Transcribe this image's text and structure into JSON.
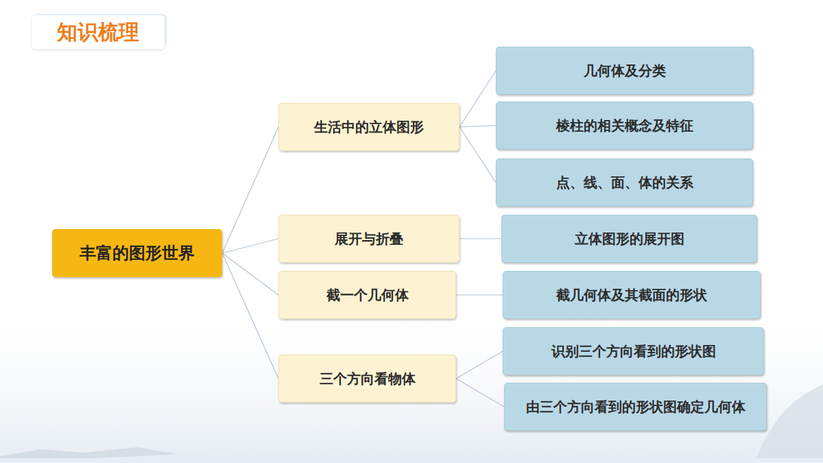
{
  "diagram": {
    "title": "知识梳理",
    "nodes": [
      {
        "text": [
          "丰富的图形世界"
        ]
      },
      {
        "text": [
          "生活中的立体图形"
        ]
      },
      {
        "text": [
          "几何体及分类"
        ]
      },
      {
        "text": [
          "棱柱的相关概念及特征"
        ]
      },
      {
        "text": [
          "点、线、面、体的关系"
        ]
      },
      {
        "text": [
          "展开与折叠"
        ]
      },
      {
        "text": [
          "立体图形的展开图"
        ]
      },
      {
        "text": [
          "截一个几何体"
        ]
      },
      {
        "text": [
          "截几何体及其截面的形状"
        ]
      },
      {
        "text": [
          "三个方向看物体"
        ]
      },
      {
        "text": [
          "识别三个方向看到的形状图"
        ]
      },
      {
        "text": [
          "由三个方向看到的形状图确定几何体"
        ]
      }
    ],
    "edges": [
      {
        "from": 0,
        "to": 1,
        "arrow": "none"
      },
      {
        "from": 0,
        "to": 5,
        "arrow": "none"
      },
      {
        "from": 0,
        "to": 7,
        "arrow": "none"
      },
      {
        "from": 0,
        "to": 9,
        "arrow": "none"
      },
      {
        "from": 1,
        "to": 2,
        "arrow": "none"
      },
      {
        "from": 1,
        "to": 3,
        "arrow": "none"
      },
      {
        "from": 1,
        "to": 4,
        "arrow": "none"
      },
      {
        "from": 5,
        "to": 6,
        "arrow": "none"
      },
      {
        "from": 7,
        "to": 8,
        "arrow": "none"
      },
      {
        "from": 9,
        "to": 10,
        "arrow": "none"
      },
      {
        "from": 9,
        "to": 11,
        "arrow": "none"
      }
    ]
  }
}
